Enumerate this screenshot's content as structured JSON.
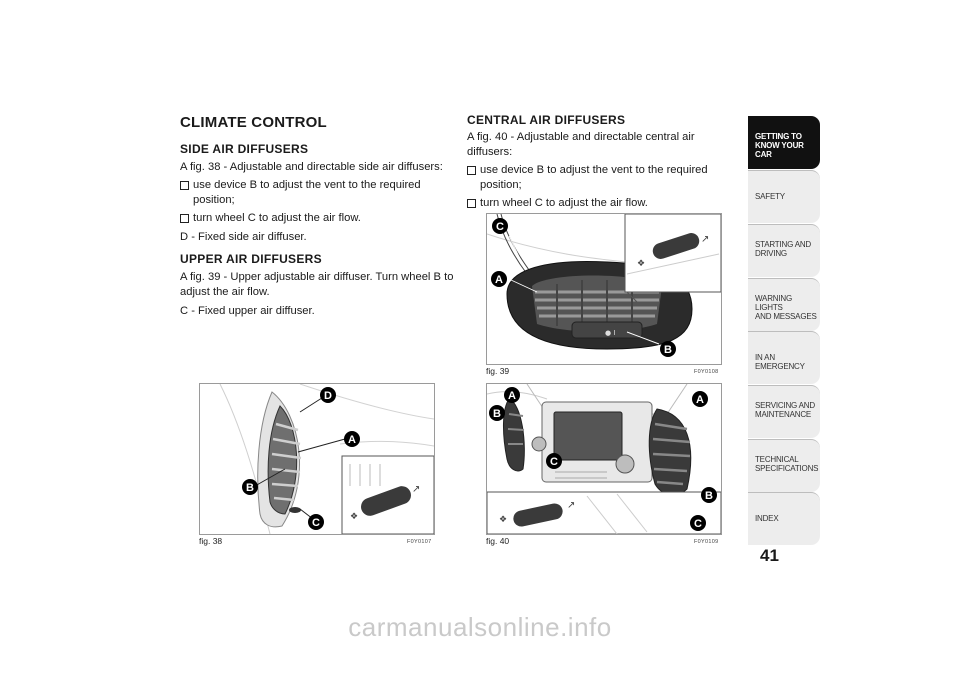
{
  "left": {
    "section_title": "CLIMATE CONTROL",
    "side_title": "SIDE AIR DIFFUSERS",
    "side_intro": "A fig. 38 - Adjustable and directable side air diffusers:",
    "side_bullets": [
      "use device B to adjust the vent to the required position;",
      "turn wheel C to adjust the air flow."
    ],
    "side_note": "D - Fixed side air diffuser.",
    "upper_title": "UPPER AIR DIFFUSERS",
    "upper_intro": "A fig. 39 - Upper adjustable air diffuser. Turn wheel B to adjust the air flow.",
    "upper_note": "C - Fixed upper air diffuser."
  },
  "right": {
    "central_title": "CENTRAL AIR DIFFUSERS",
    "central_intro": "A fig. 40 - Adjustable and directable central air diffusers:",
    "central_bullets": [
      "use device B to adjust the vent to the required position;",
      "turn wheel C to adjust the air flow."
    ]
  },
  "figures": {
    "fig38": {
      "caption": "fig. 38",
      "code": "F0Y0107",
      "labels": [
        "D",
        "A",
        "B",
        "C"
      ]
    },
    "fig39": {
      "caption": "fig. 39",
      "code": "F0Y0108",
      "labels": [
        "C",
        "A",
        "B"
      ]
    },
    "fig40": {
      "caption": "fig. 40",
      "code": "F0Y0109",
      "labels": [
        "A",
        "B",
        "C",
        "A",
        "B",
        "C"
      ]
    }
  },
  "tabs": [
    {
      "line1": "GETTING TO",
      "line2": "KNOW YOUR CAR",
      "active": true
    },
    {
      "line1": "SAFETY",
      "line2": "",
      "active": false
    },
    {
      "line1": "STARTING AND",
      "line2": "DRIVING",
      "active": false
    },
    {
      "line1": "WARNING LIGHTS",
      "line2": "AND MESSAGES",
      "active": false
    },
    {
      "line1": "IN AN EMERGENCY",
      "line2": "",
      "active": false
    },
    {
      "line1": "SERVICING AND",
      "line2": "MAINTENANCE",
      "active": false
    },
    {
      "line1": "TECHNICAL",
      "line2": "SPECIFICATIONS",
      "active": false
    },
    {
      "line1": "INDEX",
      "line2": "",
      "active": false
    }
  ],
  "page_number": "41",
  "watermark": "carmanualsonline.info",
  "colors": {
    "active_tab": "#111111",
    "tab": "#ededed",
    "watermark": "#c9c9c9"
  }
}
